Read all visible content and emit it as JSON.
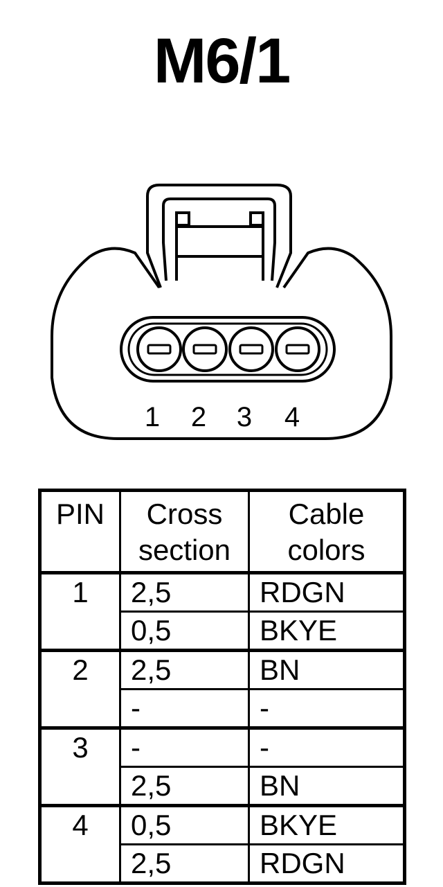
{
  "title": "M6/1",
  "connector": {
    "pin_numbers": [
      "1",
      "2",
      "3",
      "4"
    ]
  },
  "table": {
    "headers": {
      "pin": "PIN",
      "cross_section_line1": "Cross",
      "cross_section_line2": "section",
      "cable_colors_line1": "Cable",
      "cable_colors_line2": "colors"
    },
    "groups": [
      {
        "pin": "1",
        "rows": [
          {
            "cross": "2,5",
            "color": "RDGN"
          },
          {
            "cross": "0,5",
            "color": "BKYE"
          }
        ]
      },
      {
        "pin": "2",
        "rows": [
          {
            "cross": "2,5",
            "color": "BN"
          },
          {
            "cross": "-",
            "color": "-"
          }
        ]
      },
      {
        "pin": "3",
        "rows": [
          {
            "cross": "-",
            "color": "-"
          },
          {
            "cross": "2,5",
            "color": "BN"
          }
        ]
      },
      {
        "pin": "4",
        "rows": [
          {
            "cross": "0,5",
            "color": "BKYE"
          },
          {
            "cross": "2,5",
            "color": "RDGN"
          }
        ]
      }
    ]
  }
}
